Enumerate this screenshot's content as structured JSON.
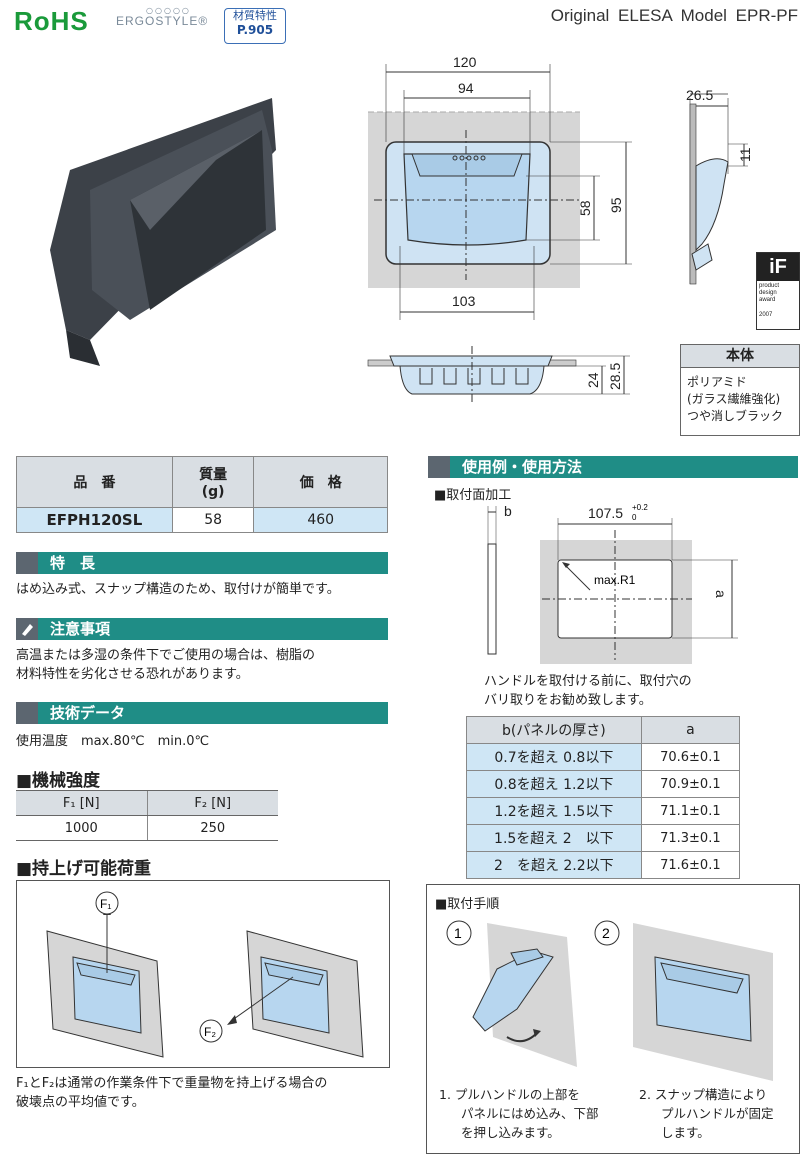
{
  "header": {
    "rohs": "RoHS",
    "ergostyle": "ERGOSTYLE®",
    "material_badge_line1": "材質特性",
    "material_badge_line2": "P.905",
    "title": "Original ELESA Model EPR-PF"
  },
  "drawing": {
    "dim_120": "120",
    "dim_94": "94",
    "dim_58": "58",
    "dim_95": "95",
    "dim_103": "103",
    "dim_26_5": "26.5",
    "dim_11": "11",
    "dim_24": "24",
    "dim_28_5": "28.5",
    "award_line1": "product",
    "award_line2": "design",
    "award_line3": "award",
    "award_year": "2007"
  },
  "material_box": {
    "title": "本体",
    "lines": [
      "ポリアミド",
      "(ガラス繊維強化)",
      "つや消しブラック"
    ]
  },
  "product_table": {
    "headers": [
      "品　番",
      "質量",
      "(g)",
      "価　格"
    ],
    "row": [
      "EFPH120SL",
      "58",
      "460"
    ]
  },
  "features": {
    "title": "特　長",
    "text": "はめ込み式、スナップ構造のため、取付けが簡単です。"
  },
  "caution": {
    "title": "注意事項",
    "text_line1": "高温または多湿の条件下でご使用の場合は、樹脂の",
    "text_line2": "材料特性を劣化させる恐れがあります。"
  },
  "tech": {
    "title": "技術データ",
    "text": "使用温度　max.80℃　min.0℃"
  },
  "mech": {
    "title": "■機械強度",
    "headers": [
      "F₁ [N]",
      "F₂ [N]"
    ],
    "values": [
      "1000",
      "250"
    ]
  },
  "load": {
    "title": "■持上げ可能荷重",
    "f1": "F₁",
    "f2": "F₂",
    "note_line1": "F₁とF₂は通常の作業条件下で重量物を持上げる場合の",
    "note_line2": "破壊点の平均値です。"
  },
  "usage": {
    "title": "使用例・使用方法",
    "mount_title": "■取付面加工",
    "dim_b": "b",
    "dim_107": "107.5",
    "tol_up": "+0.2",
    "tol_dn": "0",
    "max_r": "max.R1",
    "dim_a": "a",
    "note_line1": "ハンドルを取付ける前に、取付穴の",
    "note_line2": "バリ取りをお勧め致します。",
    "table_headers": [
      "b(パネルの厚さ)",
      "a"
    ],
    "table_rows": [
      [
        "0.7を超え 0.8以下",
        "70.6±0.1"
      ],
      [
        "0.8を超え 1.2以下",
        "70.9±0.1"
      ],
      [
        "1.2を超え 1.5以下",
        "71.1±0.1"
      ],
      [
        "1.5を超え 2　以下",
        "71.3±0.1"
      ],
      [
        "2　を超え 2.2以下",
        "71.6±0.1"
      ]
    ]
  },
  "procedure": {
    "title": "■取付手順",
    "step1_num": "1",
    "step2_num": "2",
    "step1_line1": "1. プルハンドルの上部を",
    "step1_line2": "パネルにはめ込み、下部",
    "step1_line3": "を押し込みます。",
    "step2_line1": "2. スナップ構造により",
    "step2_line2": "プルハンドルが固定",
    "step2_line3": "します。"
  }
}
